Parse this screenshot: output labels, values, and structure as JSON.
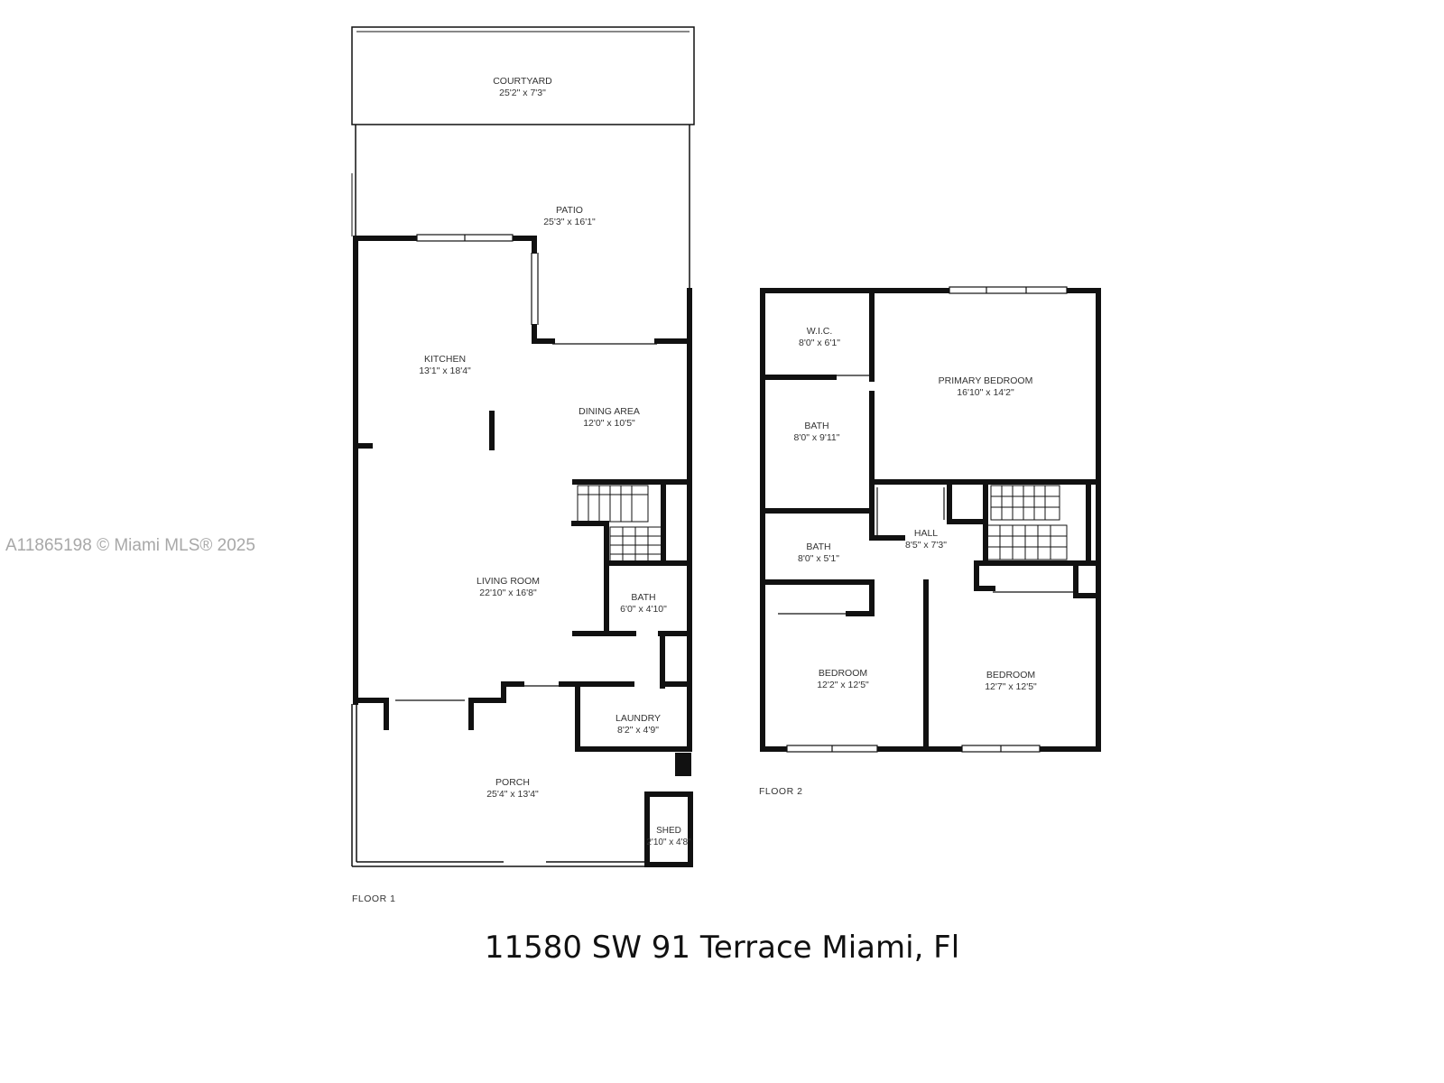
{
  "watermark": "A11865198 © Miami MLS® 2025",
  "address": "11580 SW 91 Terrace Miami, Fl",
  "floor1": {
    "label": "FLOOR 1",
    "rooms": {
      "courtyard": {
        "name": "COURTYARD",
        "dims": "25'2\" x 7'3\""
      },
      "patio": {
        "name": "PATIO",
        "dims": "25'3\" x 16'1\""
      },
      "kitchen": {
        "name": "KITCHEN",
        "dims": "13'1\" x 18'4\""
      },
      "dining": {
        "name": "DINING AREA",
        "dims": "12'0\" x 10'5\""
      },
      "living": {
        "name": "LIVING ROOM",
        "dims": "22'10\" x 16'8\""
      },
      "bath": {
        "name": "BATH",
        "dims": "6'0\" x 4'10\""
      },
      "laundry": {
        "name": "LAUNDRY",
        "dims": "8'2\" x 4'9\""
      },
      "porch": {
        "name": "PORCH",
        "dims": "25'4\" x 13'4\""
      },
      "shed": {
        "name": "SHED",
        "dims": "2'10\" x 4'8\""
      }
    }
  },
  "floor2": {
    "label": "FLOOR 2",
    "rooms": {
      "wic": {
        "name": "W.I.C.",
        "dims": "8'0\" x 6'1\""
      },
      "primary": {
        "name": "PRIMARY BEDROOM",
        "dims": "16'10\" x 14'2\""
      },
      "bath1": {
        "name": "BATH",
        "dims": "8'0\" x 9'11\""
      },
      "bath2": {
        "name": "BATH",
        "dims": "8'0\" x 5'1\""
      },
      "hall": {
        "name": "HALL",
        "dims": "8'5\" x 7'3\""
      },
      "bedroom1": {
        "name": "BEDROOM",
        "dims": "12'2\" x 12'5\""
      },
      "bedroom2": {
        "name": "BEDROOM",
        "dims": "12'7\" x 12'5\""
      }
    }
  }
}
